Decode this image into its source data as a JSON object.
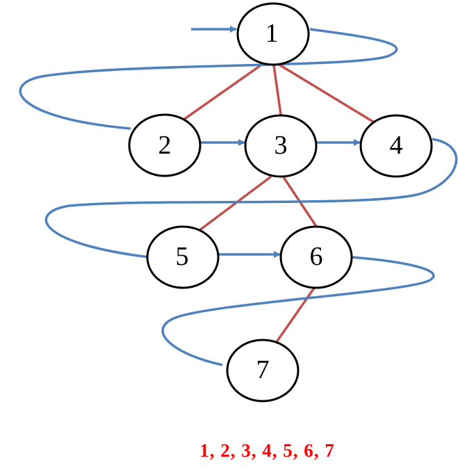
{
  "diagram": {
    "title": "Breadth-first traversal of a tree",
    "nodes": [
      {
        "id": "1",
        "label": "1"
      },
      {
        "id": "2",
        "label": "2"
      },
      {
        "id": "3",
        "label": "3"
      },
      {
        "id": "4",
        "label": "4"
      },
      {
        "id": "5",
        "label": "5"
      },
      {
        "id": "6",
        "label": "6"
      },
      {
        "id": "7",
        "label": "7"
      }
    ],
    "tree_edges": [
      {
        "from": "1",
        "to": "2"
      },
      {
        "from": "1",
        "to": "3"
      },
      {
        "from": "1",
        "to": "4"
      },
      {
        "from": "3",
        "to": "5"
      },
      {
        "from": "3",
        "to": "6"
      },
      {
        "from": "6",
        "to": "7"
      }
    ],
    "visit_order": "1, 2, 3, 4, 5, 6, 7"
  },
  "colors": {
    "tree_edge": "#c0504d",
    "traversal_path": "#4f81bd",
    "order_text": "#ff0000",
    "node_outline": "#000000"
  }
}
